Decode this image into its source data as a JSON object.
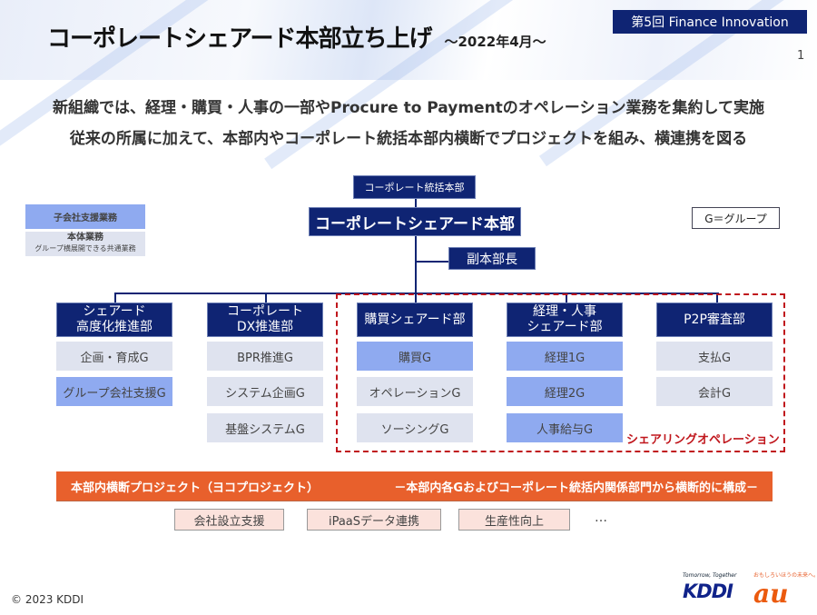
{
  "header": {
    "title": "コーポレートシェアード本部立ち上げ",
    "subtitle": "～2022年4月～",
    "badge": "第5回 Finance Innovation",
    "page_number": "1"
  },
  "lead": [
    "新組織では、経理・購買・人事の一部やProcure to Paymentのオペレーション業務を集約して実施",
    "従来の所属に加えて、本部内やコーポレート統括本部内横断でプロジェクトを組み、横連携を図る"
  ],
  "legend": {
    "subsidiary": "子会社支援業務",
    "main": "本体業務",
    "main_sub": "グループ横展開できる共通業務",
    "group_note": "G＝グループ"
  },
  "org": {
    "parent": "コーポレート統括本部",
    "root": "コーポレートシェアード本部",
    "deputy": "副本部長",
    "departments": [
      {
        "name": "シェアード\n高度化推進部",
        "groups": [
          {
            "name": "企画・育成G",
            "type": "main"
          },
          {
            "name": "グループ会社支援G",
            "type": "subsidiary"
          }
        ]
      },
      {
        "name": "コーポレート\nDX推進部",
        "groups": [
          {
            "name": "BPR推進G",
            "type": "main"
          },
          {
            "name": "システム企画G",
            "type": "main"
          },
          {
            "name": "基盤システムG",
            "type": "main"
          }
        ]
      },
      {
        "name": "購買シェアード部",
        "groups": [
          {
            "name": "購買G",
            "type": "subsidiary"
          },
          {
            "name": "オペレーションG",
            "type": "main"
          },
          {
            "name": "ソーシングG",
            "type": "main"
          }
        ]
      },
      {
        "name": "経理・人事\nシェアード部",
        "groups": [
          {
            "name": "経理1G",
            "type": "subsidiary"
          },
          {
            "name": "経理2G",
            "type": "subsidiary"
          },
          {
            "name": "人事給与G",
            "type": "subsidiary"
          }
        ]
      },
      {
        "name": "P2P審査部",
        "groups": [
          {
            "name": "支払G",
            "type": "main"
          },
          {
            "name": "会計G",
            "type": "main"
          }
        ]
      }
    ],
    "sharing_label": "シェアリングオペレーション"
  },
  "project": {
    "bar_left": "本部内横断プロジェクト（ヨコプロジェクト）",
    "bar_right": "－本部内各Gおよびコーポレート統括内関係部門から横断的に構成－",
    "items": [
      "会社設立支援",
      "iPaaSデータ連携",
      "生産性向上"
    ],
    "more": "…"
  },
  "footer": {
    "copyright": "© 2023 KDDI",
    "tagline": "Tomorrow, Together",
    "kddi_logo": "KDDI",
    "au_tagline": "おもしろいほうの未来へ。",
    "au_logo": "au"
  },
  "colors": {
    "navy": "#0f2473",
    "subsidiary": "#8faaf0",
    "main": "#dfe3ef",
    "orange": "#e8602c",
    "red": "#c0161c"
  }
}
